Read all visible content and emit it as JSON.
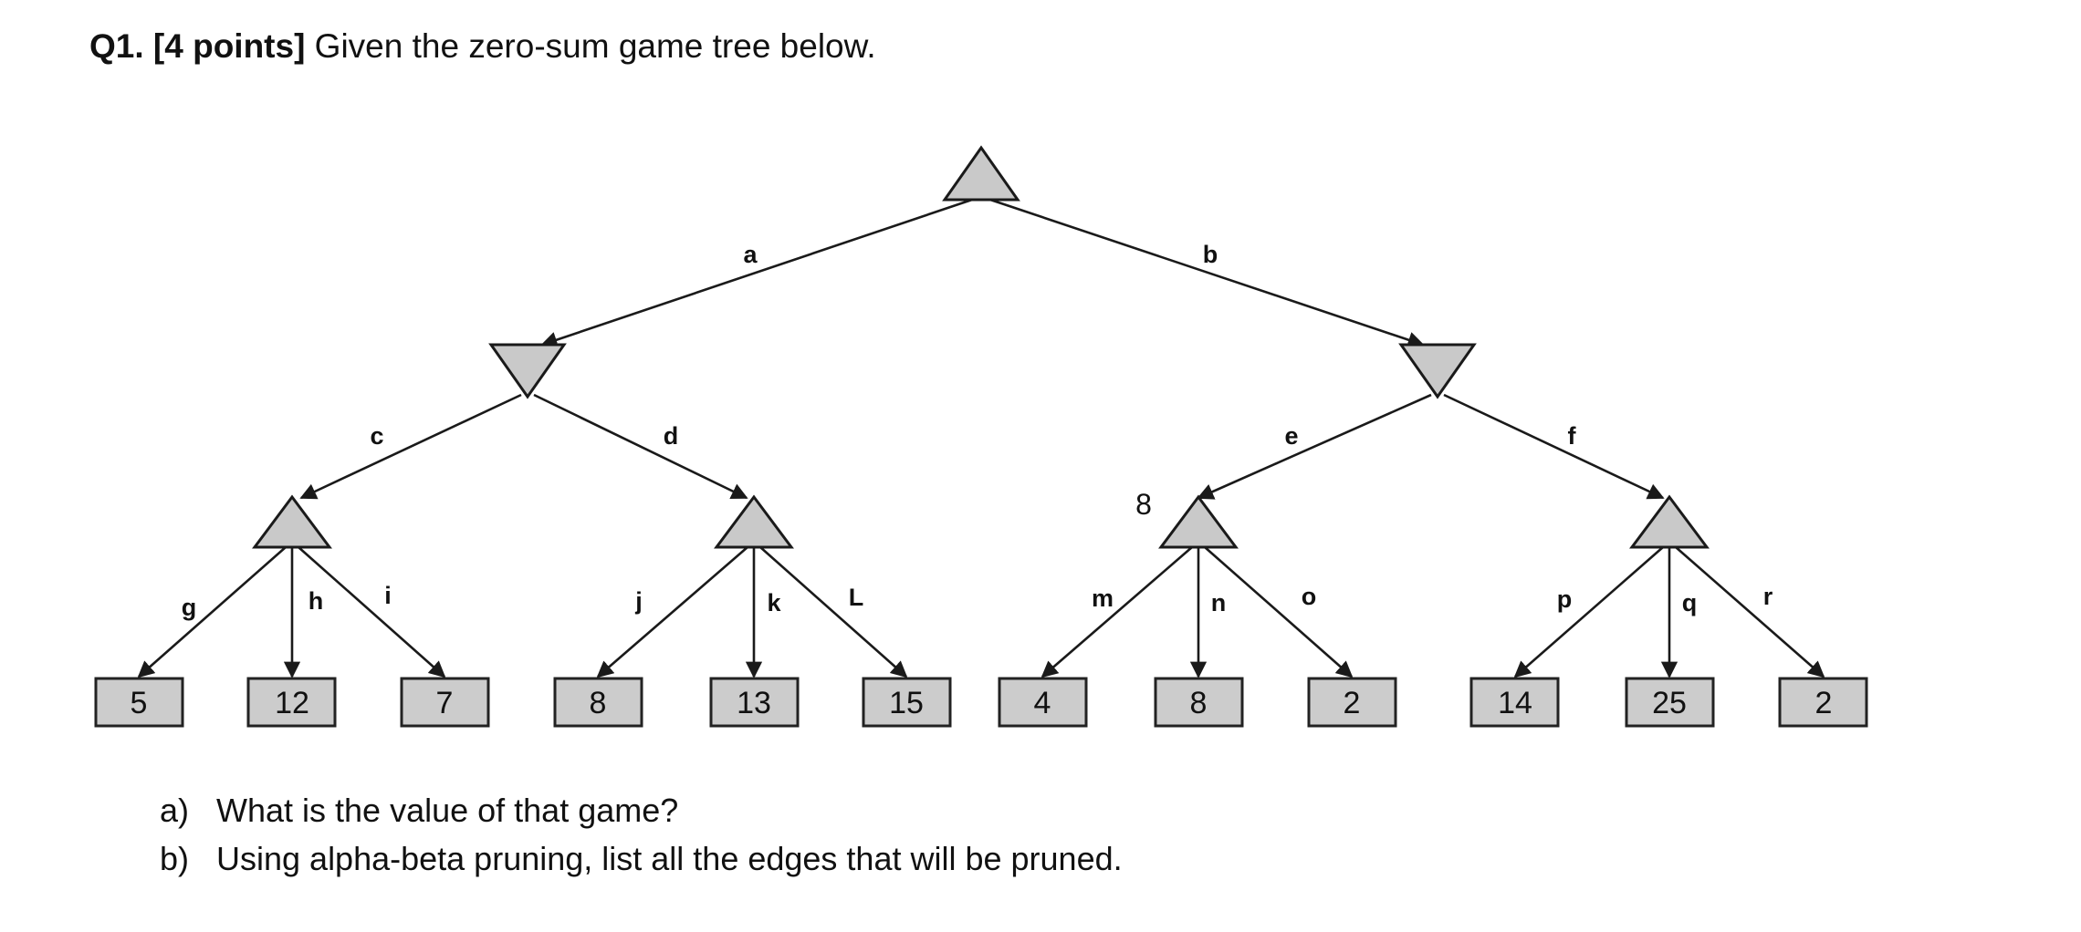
{
  "title": {
    "bold_part": "Q1. [4 points]",
    "rest_part": " Given the zero-sum game tree below."
  },
  "colors": {
    "node_fill": "#c9c9c9",
    "node_stroke": "#1a1a1a",
    "leaf_fill": "#cccccc",
    "leaf_stroke": "#222222",
    "edge": "#1a1a1a",
    "text": "#111111",
    "background": "#ffffff"
  },
  "tree": {
    "root": {
      "type": "max-node",
      "label": ""
    },
    "annotation": {
      "text": "8",
      "near": "node-e"
    },
    "edge_labels": {
      "a": "a",
      "b": "b",
      "c": "c",
      "d": "d",
      "e": "e",
      "f": "f",
      "g": "g",
      "h": "h",
      "i": "i",
      "j": "j",
      "k": "k",
      "L": "L",
      "m": "m",
      "n": "n",
      "o": "o",
      "p": "p",
      "q": "q",
      "r": "r"
    },
    "leaves": [
      {
        "id": "leaf-g",
        "value": "5"
      },
      {
        "id": "leaf-h",
        "value": "12"
      },
      {
        "id": "leaf-i",
        "value": "7"
      },
      {
        "id": "leaf-j",
        "value": "8"
      },
      {
        "id": "leaf-k",
        "value": "13"
      },
      {
        "id": "leaf-L",
        "value": "15"
      },
      {
        "id": "leaf-m",
        "value": "4"
      },
      {
        "id": "leaf-n",
        "value": "8"
      },
      {
        "id": "leaf-o",
        "value": "2"
      },
      {
        "id": "leaf-p",
        "value": "14"
      },
      {
        "id": "leaf-q",
        "value": "25"
      },
      {
        "id": "leaf-r",
        "value": "2"
      }
    ]
  },
  "questions": [
    {
      "marker": "a)",
      "text": "What is the value of that game?"
    },
    {
      "marker": "b)",
      "text": "Using alpha-beta pruning, list all the edges that will be pruned."
    }
  ]
}
